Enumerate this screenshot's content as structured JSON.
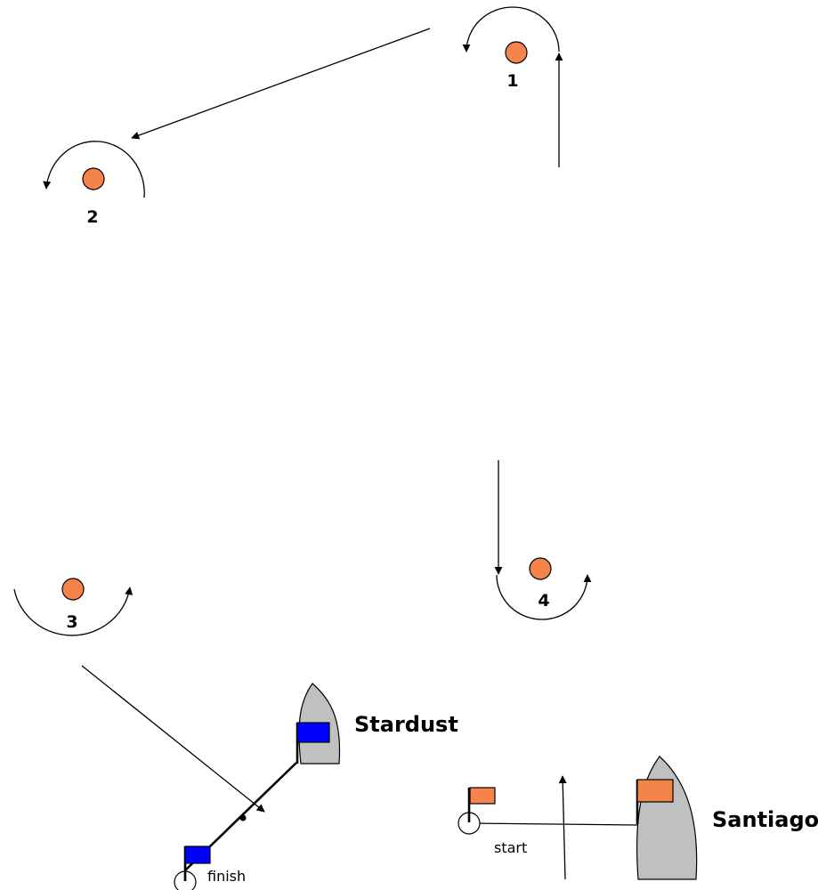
{
  "marks": [
    {
      "id": "mark-1",
      "label": "1"
    },
    {
      "id": "mark-2",
      "label": "2"
    },
    {
      "id": "mark-3",
      "label": "3"
    },
    {
      "id": "mark-4",
      "label": "4"
    }
  ],
  "boats": {
    "stardust": {
      "name": "Stardust",
      "flag_color": "#0000ff"
    },
    "santiago": {
      "name": "Santiago",
      "flag_color": "#f5844c"
    }
  },
  "lines": {
    "start_label": "start",
    "finish_label": "finish"
  },
  "colors": {
    "buoy": "#f5844c",
    "hull": "#c0c0c0",
    "line": "#000000"
  }
}
